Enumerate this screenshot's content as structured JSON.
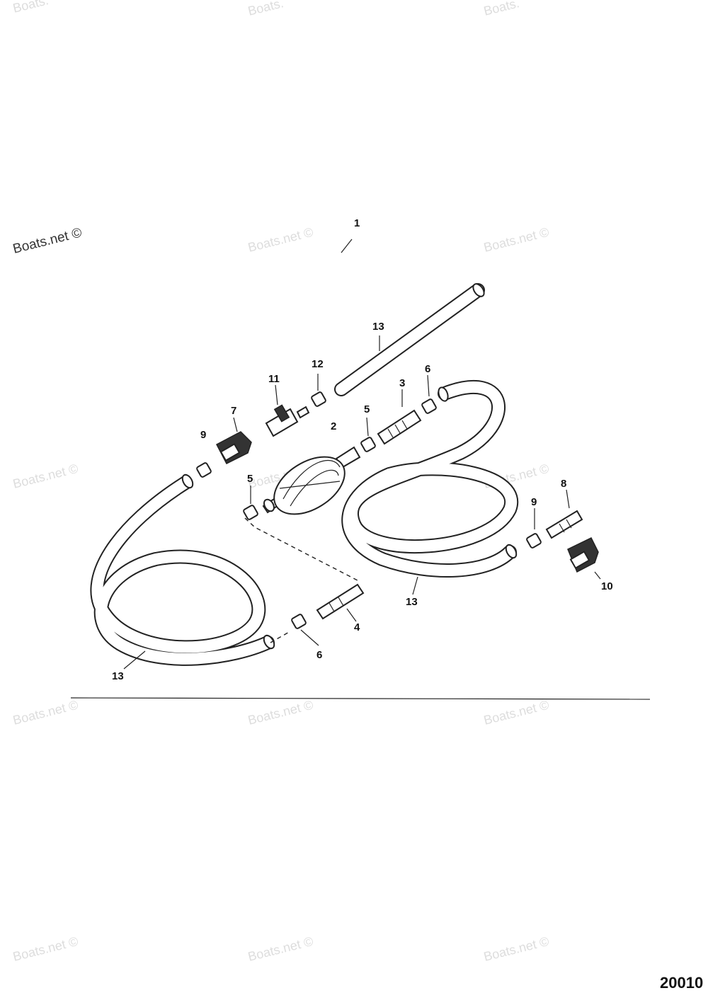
{
  "watermark": {
    "text": "Boats.net ©",
    "partial_text": "Boats."
  },
  "diagram": {
    "callouts": [
      {
        "id": "c1",
        "label": "1"
      },
      {
        "id": "c2",
        "label": "2"
      },
      {
        "id": "c3",
        "label": "3"
      },
      {
        "id": "c4",
        "label": "4"
      },
      {
        "id": "c5a",
        "label": "5"
      },
      {
        "id": "c5b",
        "label": "5"
      },
      {
        "id": "c6a",
        "label": "6"
      },
      {
        "id": "c6b",
        "label": "6"
      },
      {
        "id": "c7",
        "label": "7"
      },
      {
        "id": "c8",
        "label": "8"
      },
      {
        "id": "c9a",
        "label": "9"
      },
      {
        "id": "c9b",
        "label": "9"
      },
      {
        "id": "c10",
        "label": "10"
      },
      {
        "id": "c11",
        "label": "11"
      },
      {
        "id": "c12",
        "label": "12"
      },
      {
        "id": "c13a",
        "label": "13"
      },
      {
        "id": "c13b",
        "label": "13"
      },
      {
        "id": "c13c",
        "label": "13"
      }
    ],
    "drawing_number": "20010"
  }
}
